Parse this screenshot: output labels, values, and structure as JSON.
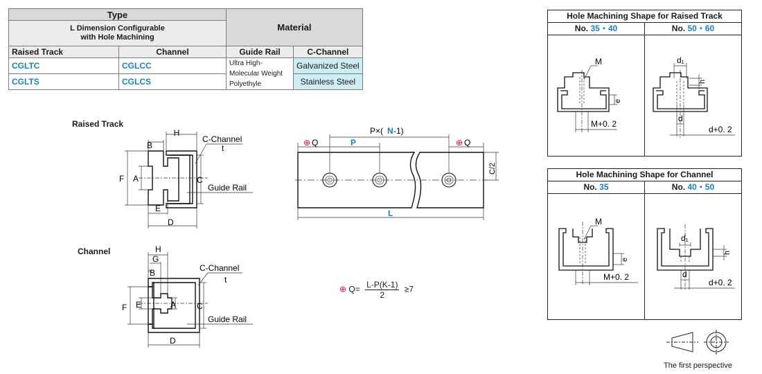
{
  "spec_table": {
    "type_header": "Type",
    "type_sub": "L Dimension Configurable\nwith Hole Machining",
    "material_header": "Material",
    "col_raised": "Raised Track",
    "col_channel": "Channel",
    "col_guide": "Guide Rail",
    "col_cchannel": "C-Channel",
    "rows": [
      {
        "raised": "CGLTC",
        "channel": "CGLCC",
        "cmat": "Galvanized Steel"
      },
      {
        "raised": "CGLTS",
        "channel": "CGLCS",
        "cmat": "Stainless Steel"
      }
    ],
    "guide_material": "Ultra High-Molecular Weight Polyethyle"
  },
  "colors": {
    "accent": "#1a7fc1",
    "mark": "#d9003a",
    "header_gray": "#d9d9d9",
    "cyan_cell": "#cdeef4"
  },
  "raised_track": {
    "title": "Raised Track",
    "labels": {
      "H": "H",
      "B": "B",
      "F": "F",
      "A": "A",
      "C": "C",
      "E": "E",
      "D": "D",
      "t": "t",
      "cchannel": "C-Channel",
      "guide": "Guide Rail"
    }
  },
  "channel": {
    "title": "Channel",
    "labels": {
      "H": "H",
      "G": "G",
      "B": "B",
      "F": "F",
      "E": "E",
      "A": "A",
      "C": "C",
      "D": "D",
      "t": "t",
      "cchannel": "C-Channel",
      "guide": "Guide Rail"
    }
  },
  "rail": {
    "pitch_label_prefix": "P×(",
    "pitch_label_n": "N",
    "pitch_label_suffix": "-1)",
    "q_symbol": "⊕",
    "q_left": "Q",
    "p_label": "P",
    "q_right": "Q",
    "c2_label": "C/2",
    "l_label": "L"
  },
  "formula": {
    "lhs": "Q=",
    "numerator": "L-P(K-1)",
    "denominator": "2",
    "rhs": "≥7"
  },
  "hole_raised": {
    "title": "Hole Machining Shape for Raised Track",
    "no_prefix": "No.",
    "left_nos": "35・40",
    "right_nos": "50・60",
    "left_labels": {
      "M": "M",
      "e": "e",
      "dim": "M+0. 2"
    },
    "right_labels": {
      "d1": "d₁",
      "h": "h",
      "d": "d",
      "dim": "d+0. 2"
    }
  },
  "hole_channel": {
    "title": "Hole Machining Shape for Channel",
    "no_prefix": "No.",
    "left_nos": "35",
    "right_nos": "40・50",
    "left_labels": {
      "M": "M",
      "e": "e",
      "dim": "M+0. 2"
    },
    "right_labels": {
      "d1": "d₁",
      "h": "h",
      "d": "d",
      "dim": "d+0. 2"
    }
  },
  "perspective": {
    "label": "The first perspective"
  }
}
